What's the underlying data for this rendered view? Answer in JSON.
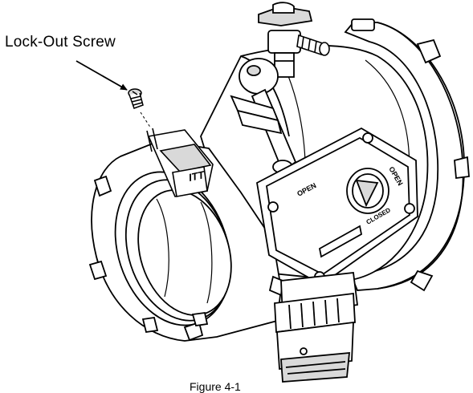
{
  "diagram": {
    "callout": {
      "label": "Lock-Out Screw"
    },
    "faceplate": {
      "open_label": "OPEN",
      "closed_label": "CLOSED",
      "valve_mark": "OPEN"
    },
    "collar_mark": "ITT",
    "caption": "Figure 4-1",
    "colors": {
      "line": "#000000",
      "fill": "#ffffff",
      "shade": "#d9d9d9"
    }
  }
}
